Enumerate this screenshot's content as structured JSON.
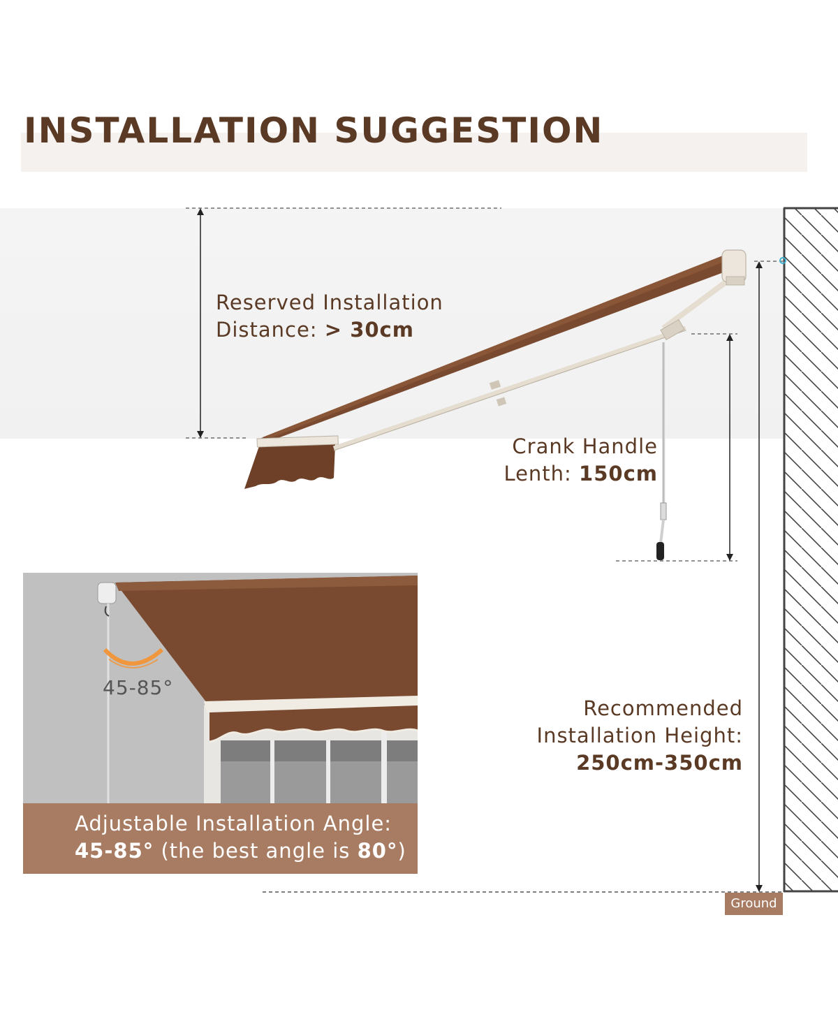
{
  "title": "INSTALLATION SUGGESTION",
  "reserved": {
    "line1": "Reserved Installation",
    "line2_prefix": "Distance: ",
    "line2_value": "> 30cm"
  },
  "crank": {
    "line1": "Crank Handle",
    "line2_prefix": "Lenth: ",
    "line2_value": "150cm"
  },
  "height": {
    "line1": "Recommended",
    "line2": "Installation Height:",
    "line3": "250cm-350cm"
  },
  "angle": {
    "badge": "45-85°",
    "caption_line1": "Adjustable Installation Angle:",
    "caption_value": "45-85°",
    "caption_mid": " (the best angle is ",
    "caption_best": "80°",
    "caption_end": ")"
  },
  "ground": "Ground",
  "colors": {
    "brand_brown": "#5a3a24",
    "awning_fabric": "#7a4a30",
    "caption_bg": "#a87c62",
    "accent_orange": "#f0963c",
    "hook_blue": "#3fb0d0"
  },
  "icons": [
    "wall-hatch-icon",
    "crank-handle-icon",
    "angle-arc-icon",
    "hook-icon"
  ]
}
